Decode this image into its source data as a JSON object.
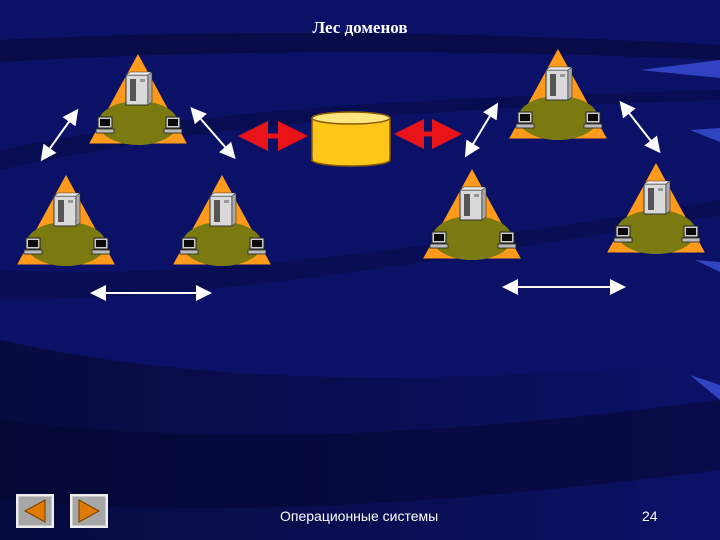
{
  "slide": {
    "title": "Лес доменов",
    "footer_text": "Операционные системы",
    "page_number": "24"
  },
  "navigation": {
    "back_icon": "triangle-left-icon",
    "forward_icon": "triangle-right-icon"
  },
  "diagram": {
    "domains_count": 6,
    "trees": [
      "left-tree",
      "right-tree"
    ],
    "central_store_icon": "database-cylinder-icon",
    "colors": {
      "background": "#0b1166",
      "triangle": "#ff9a1a",
      "mound": "#7a7a10",
      "database": "#ffc61a",
      "red_arrow": "#e8141a",
      "white_arrow": "#ffffff"
    }
  }
}
